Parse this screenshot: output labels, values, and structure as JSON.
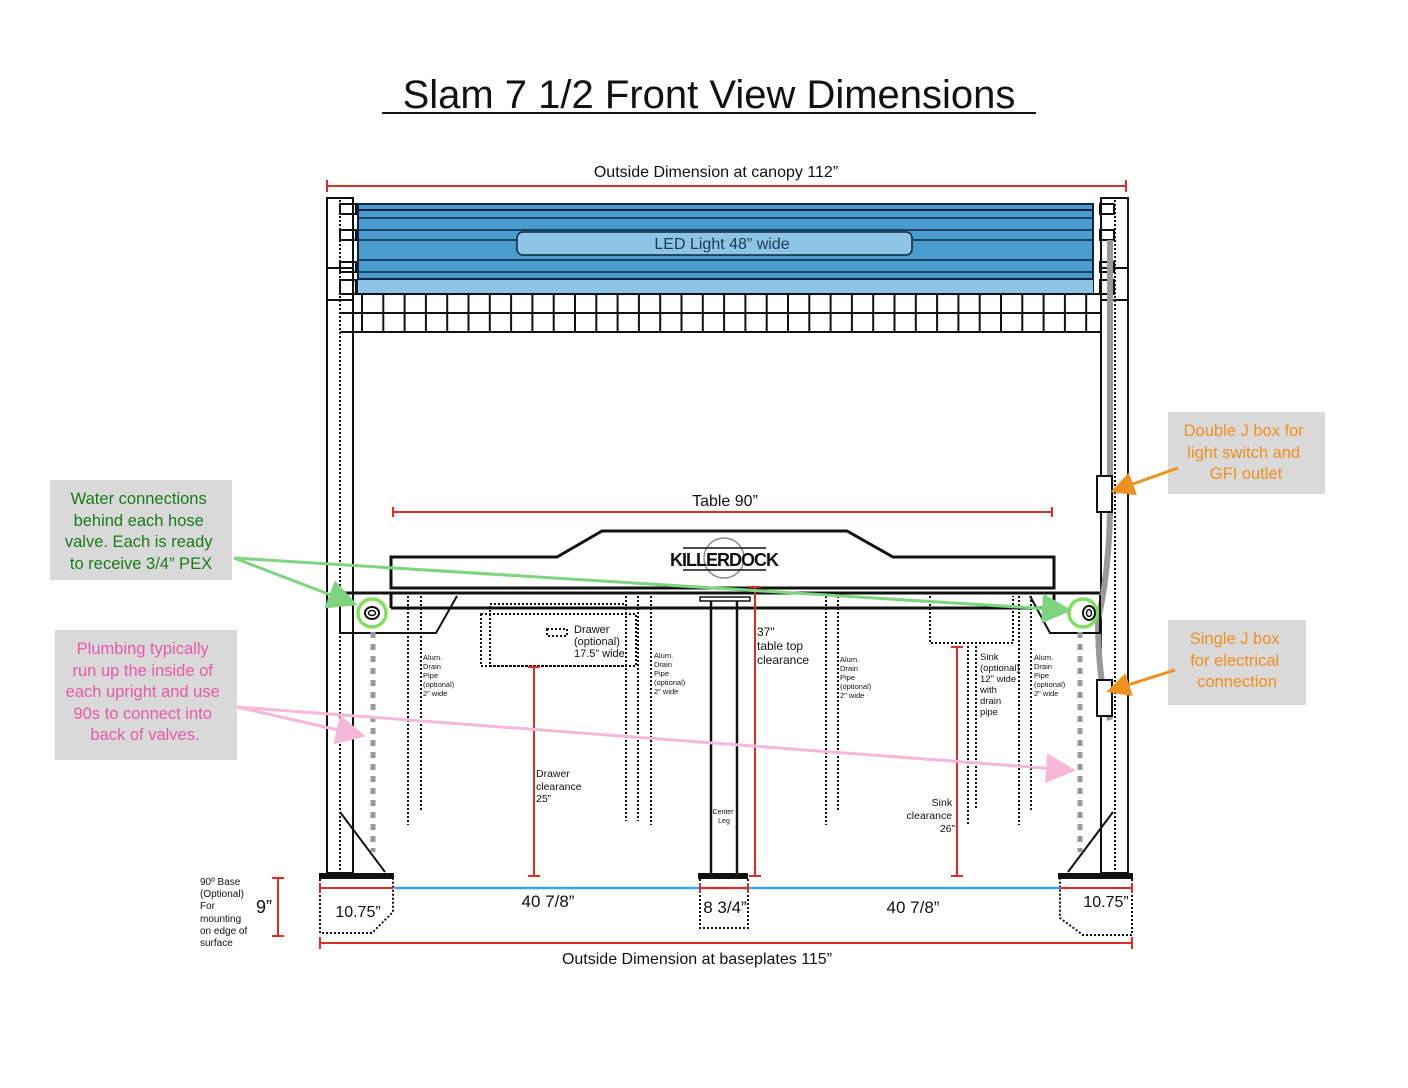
{
  "title": "Slam 7 1/2 Front View Dimensions",
  "dimensions": {
    "canopy_outside": "Outside Dimension at canopy 112”",
    "baseplates_outside": "Outside Dimension at baseplates 115”",
    "table_width": "Table 90”",
    "led_light": "LED Light 48” wide",
    "left_base": "10.75”",
    "right_base": "10.75”",
    "left_span": "40 7/8”",
    "center_leg_width": "8 3/4”",
    "right_span": "40 7/8”",
    "base_height": "9”"
  },
  "labels": {
    "brand": "KILLERDOCK",
    "drawer": [
      "Drawer",
      "(optional)",
      "17.5” wide"
    ],
    "drawer_clearance": [
      "Drawer",
      "clearance",
      "25”"
    ],
    "table_top_clearance": [
      "37\"",
      "table top",
      "clearance"
    ],
    "center_leg": [
      "Center",
      "Leg"
    ],
    "sink": [
      "Sink",
      "(optional)",
      "12\" wide",
      "with",
      "drain",
      "pipe"
    ],
    "sink_clearance": [
      "Sink",
      "clearance",
      "26”"
    ],
    "drain_pipe": [
      "Alum.",
      "Drain",
      "Pipe",
      "(optional)",
      "2\" wide"
    ],
    "base_note": [
      "90º Base",
      "(Optional)",
      "For",
      "mounting",
      "on edge of",
      "surface"
    ]
  },
  "callouts": {
    "water": {
      "lines": [
        "Water connections",
        "behind each hose",
        "valve. Each is ready",
        "to receive 3/4” PEX"
      ],
      "color": "#1a7a1a"
    },
    "plumbing": {
      "lines": [
        "Plumbing typically",
        "run up the inside of",
        "each upright and use",
        "90s to connect into",
        "back of valves."
      ],
      "color": "#e85aa8"
    },
    "double_jbox": {
      "lines": [
        "Double J box for",
        "light switch and",
        "GFI outlet"
      ],
      "color": "#f0901e"
    },
    "single_jbox": {
      "lines": [
        "Single J box",
        "for electrical",
        "connection"
      ],
      "color": "#f0901e"
    }
  },
  "colors": {
    "dimension_line": "#d93025",
    "span_line": "#3aa6e8",
    "led_panel": "#4a9ccf",
    "led_light_bar": "#8ec4e6",
    "callout_bg": "#d9d9d9",
    "water_arrow": "#7fd47f",
    "plumbing_arrow": "#f5b8d8",
    "jbox_arrow": "#f0901e"
  }
}
